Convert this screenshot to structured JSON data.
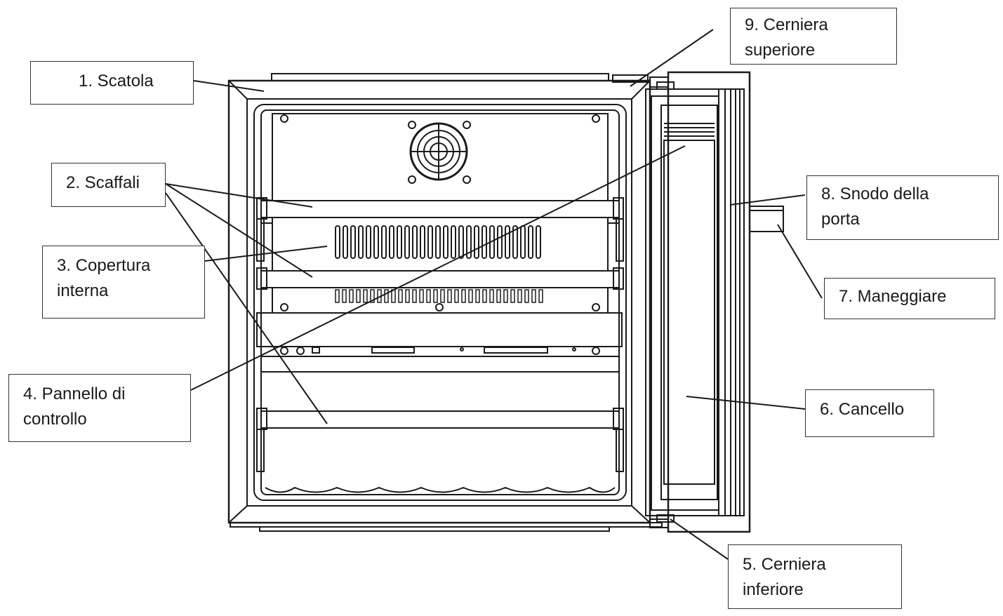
{
  "labels": [
    {
      "id": "1",
      "text": "1.  Scatola"
    },
    {
      "id": "2",
      "text": "2. Scaffali"
    },
    {
      "id": "3",
      "text": "3.  Copertura\ninterna"
    },
    {
      "id": "4",
      "text": "4.  Pannello  di\ncontrollo"
    },
    {
      "id": "5",
      "text": "5.  Cerniera\ninferiore"
    },
    {
      "id": "6",
      "text": "6. Cancello"
    },
    {
      "id": "7",
      "text": "7. Maneggiare"
    },
    {
      "id": "8",
      "text": "8.  Snodo  della\nporta"
    },
    {
      "id": "9",
      "text": "9.  Cerniera\nsuperiore"
    }
  ],
  "colors": {
    "line": "#1a1a1a",
    "fill": "#ffffff",
    "box_border": "#333333"
  }
}
